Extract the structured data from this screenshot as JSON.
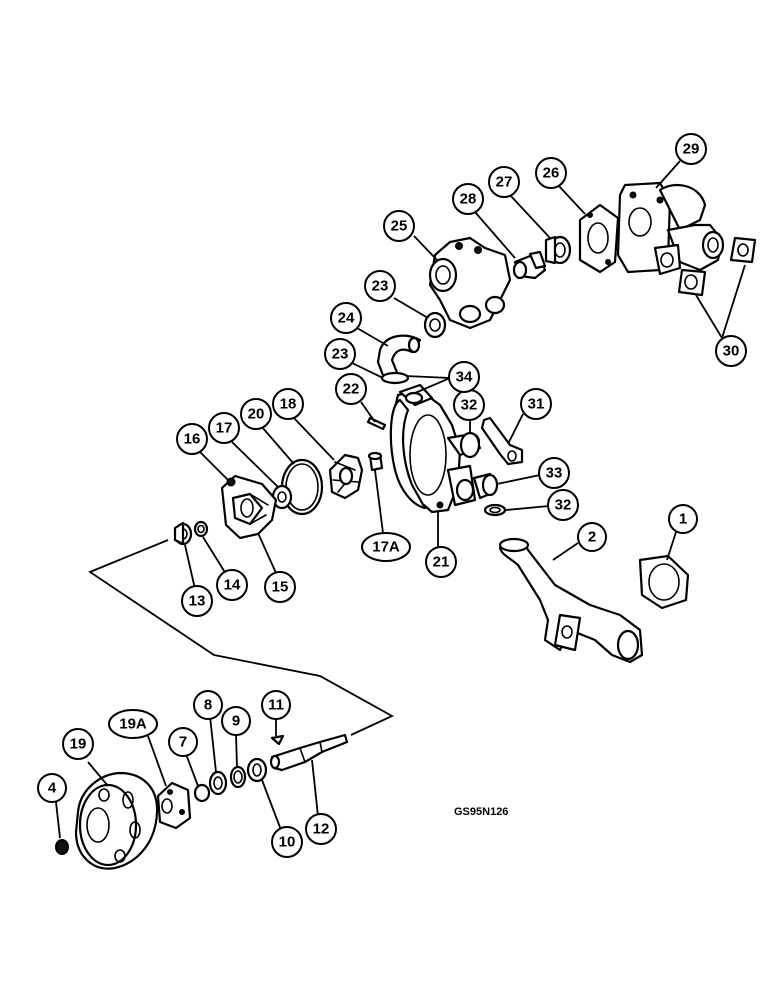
{
  "figure_code": "GS95N126",
  "callouts": {
    "c1": "1",
    "c2": "2",
    "c4": "4",
    "c7": "7",
    "c8": "8",
    "c9": "9",
    "c10": "10",
    "c11": "11",
    "c12": "12",
    "c13": "13",
    "c14": "14",
    "c15": "15",
    "c16": "16",
    "c17": "17",
    "c17a": "17A",
    "c18": "18",
    "c19": "19",
    "c19a": "19A",
    "c20": "20",
    "c21": "21",
    "c22": "22",
    "c23a": "23",
    "c23b": "23",
    "c24": "24",
    "c25": "25",
    "c26": "26",
    "c27": "27",
    "c28": "28",
    "c29": "29",
    "c30": "30",
    "c31": "31",
    "c32a": "32",
    "c32b": "32",
    "c33": "33",
    "c34": "34"
  }
}
